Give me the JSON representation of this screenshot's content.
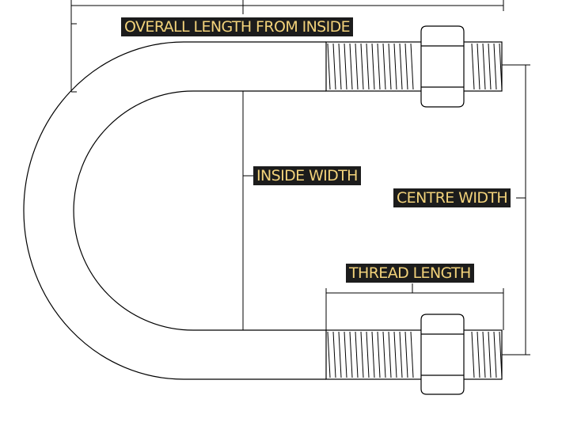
{
  "labels": {
    "overall_length": "OVERALL LENGTH FROM INSIDE",
    "inside_width": "INSIDE WIDTH",
    "centre_width": "CENTRE WIDTH",
    "thread_length": "THREAD LENGTH"
  },
  "colors": {
    "line": "#000000",
    "label_background": "#1c1c1c",
    "label_text": "#f2d27a",
    "page_background": "#ffffff"
  }
}
